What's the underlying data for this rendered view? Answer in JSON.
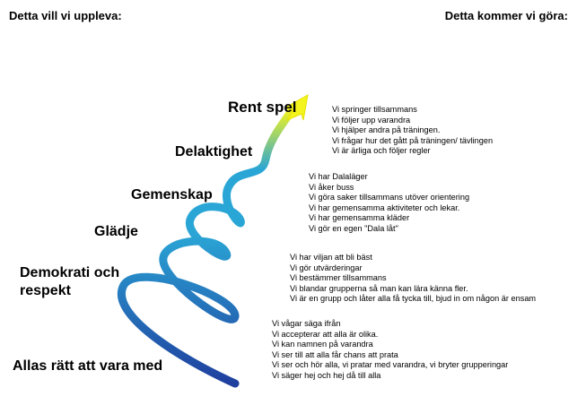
{
  "header": {
    "left": "Detta vill vi uppleva:",
    "right": "Detta kommer vi göra:"
  },
  "values": [
    {
      "label": "Rent spel"
    },
    {
      "label": "Delaktighet"
    },
    {
      "label": "Gemenskap"
    },
    {
      "label": "Glädje"
    },
    {
      "label": "Demokrati och\nrespekt"
    },
    {
      "label": "Allas rätt att vara med"
    }
  ],
  "actions": [
    {
      "items": [
        "Vi springer tillsammans",
        "Vi följer upp varandra",
        "Vi hjälper andra på träningen.",
        "Vi frågar hur det gått på träningen/ tävlingen",
        "Vi är ärliga och följer regler"
      ]
    },
    {
      "items": [
        "Vi har Dalaläger",
        "Vi åker buss",
        "Vi göra saker tillsammans utöver orientering",
        "Vi har gemensamma aktiviteter och lekar.",
        "Vi har gemensamma kläder",
        "Vi gör en egen \"Dala låt\""
      ]
    },
    {
      "items": [
        "Vi har viljan att bli bäst",
        "Vi gör utvärderingar",
        "Vi bestämmer tillsammans",
        "Vi blandar grupperna så man kan lära känna fler.",
        "Vi är en grupp och låter alla få tycka till, bjud in om någon är ensam"
      ]
    },
    {
      "items": [
        "Vi vågar säga ifrån",
        "Vi accepterar att alla är olika.",
        "Vi kan namnen på varandra",
        "Vi ser till att alla får chans att prata",
        "Vi ser och hör alla, vi pratar med varandra, vi bryter grupperingar",
        "Vi säger hej och hej då till alla"
      ]
    }
  ],
  "colors": {
    "spiral_bottom": "#1f3f9e",
    "spiral_mid": "#2aa6d6",
    "spiral_top": "#f4f41e"
  },
  "icons": {
    "arrow": "arrow-up-icon"
  }
}
